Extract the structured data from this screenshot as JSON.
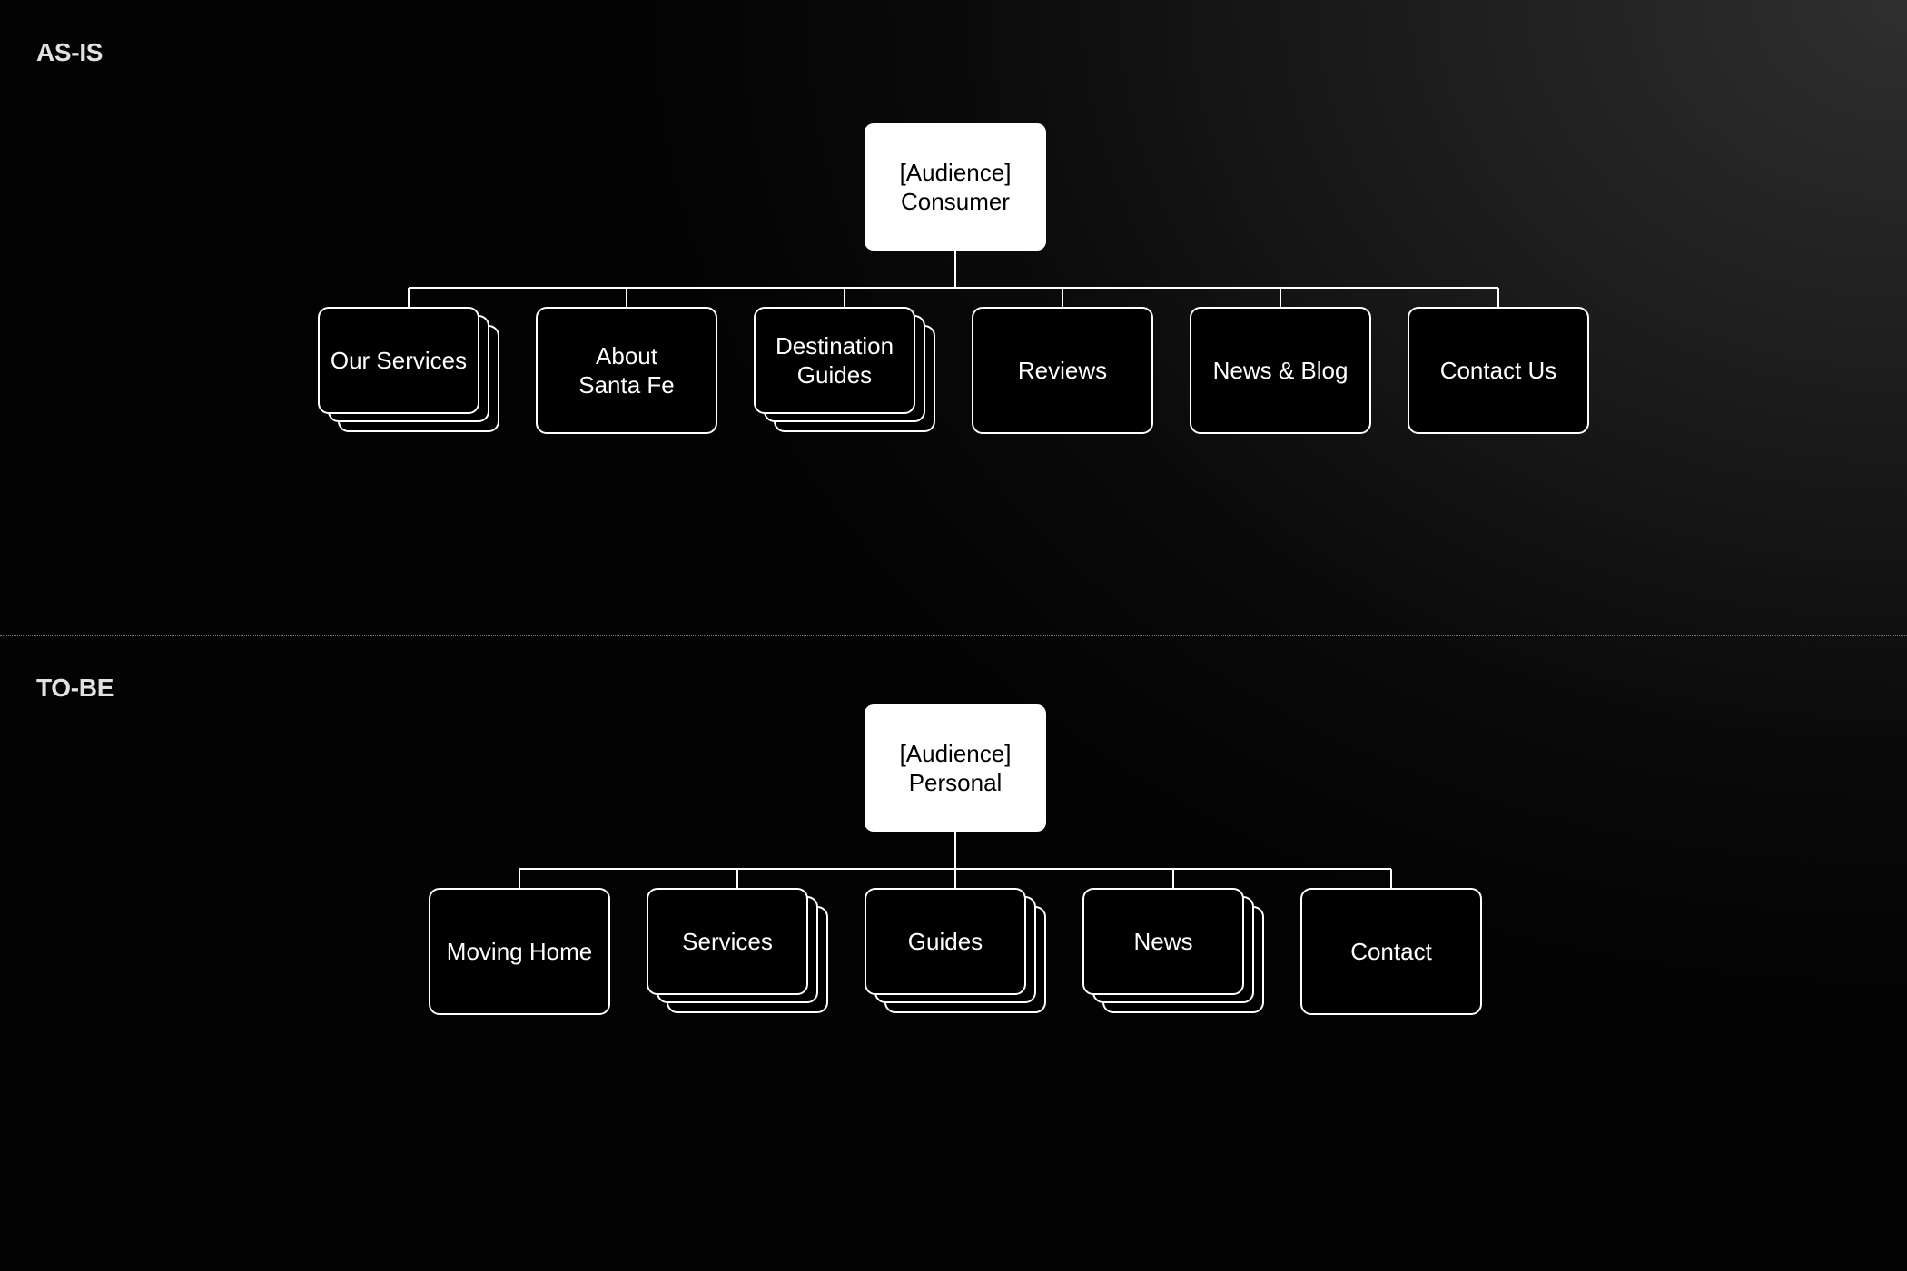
{
  "sections": {
    "asis": {
      "label": "AS-IS",
      "root": "[Audience]\nConsumer",
      "children": [
        {
          "label": "Our Services",
          "stacked": true
        },
        {
          "label": "About\nSanta Fe",
          "stacked": false
        },
        {
          "label": "Destination\nGuides",
          "stacked": true
        },
        {
          "label": "Reviews",
          "stacked": false
        },
        {
          "label": "News & Blog",
          "stacked": false
        },
        {
          "label": "Contact Us",
          "stacked": false
        }
      ]
    },
    "tobe": {
      "label": "TO-BE",
      "root": "[Audience]\nPersonal",
      "children": [
        {
          "label": "Moving Home",
          "stacked": false
        },
        {
          "label": "Services",
          "stacked": true
        },
        {
          "label": "Guides",
          "stacked": true
        },
        {
          "label": "News",
          "stacked": true
        },
        {
          "label": "Contact",
          "stacked": false
        }
      ]
    }
  },
  "colors": {
    "line": "#ffffff",
    "node_fill": "#000000",
    "root_fill": "#ffffff"
  }
}
